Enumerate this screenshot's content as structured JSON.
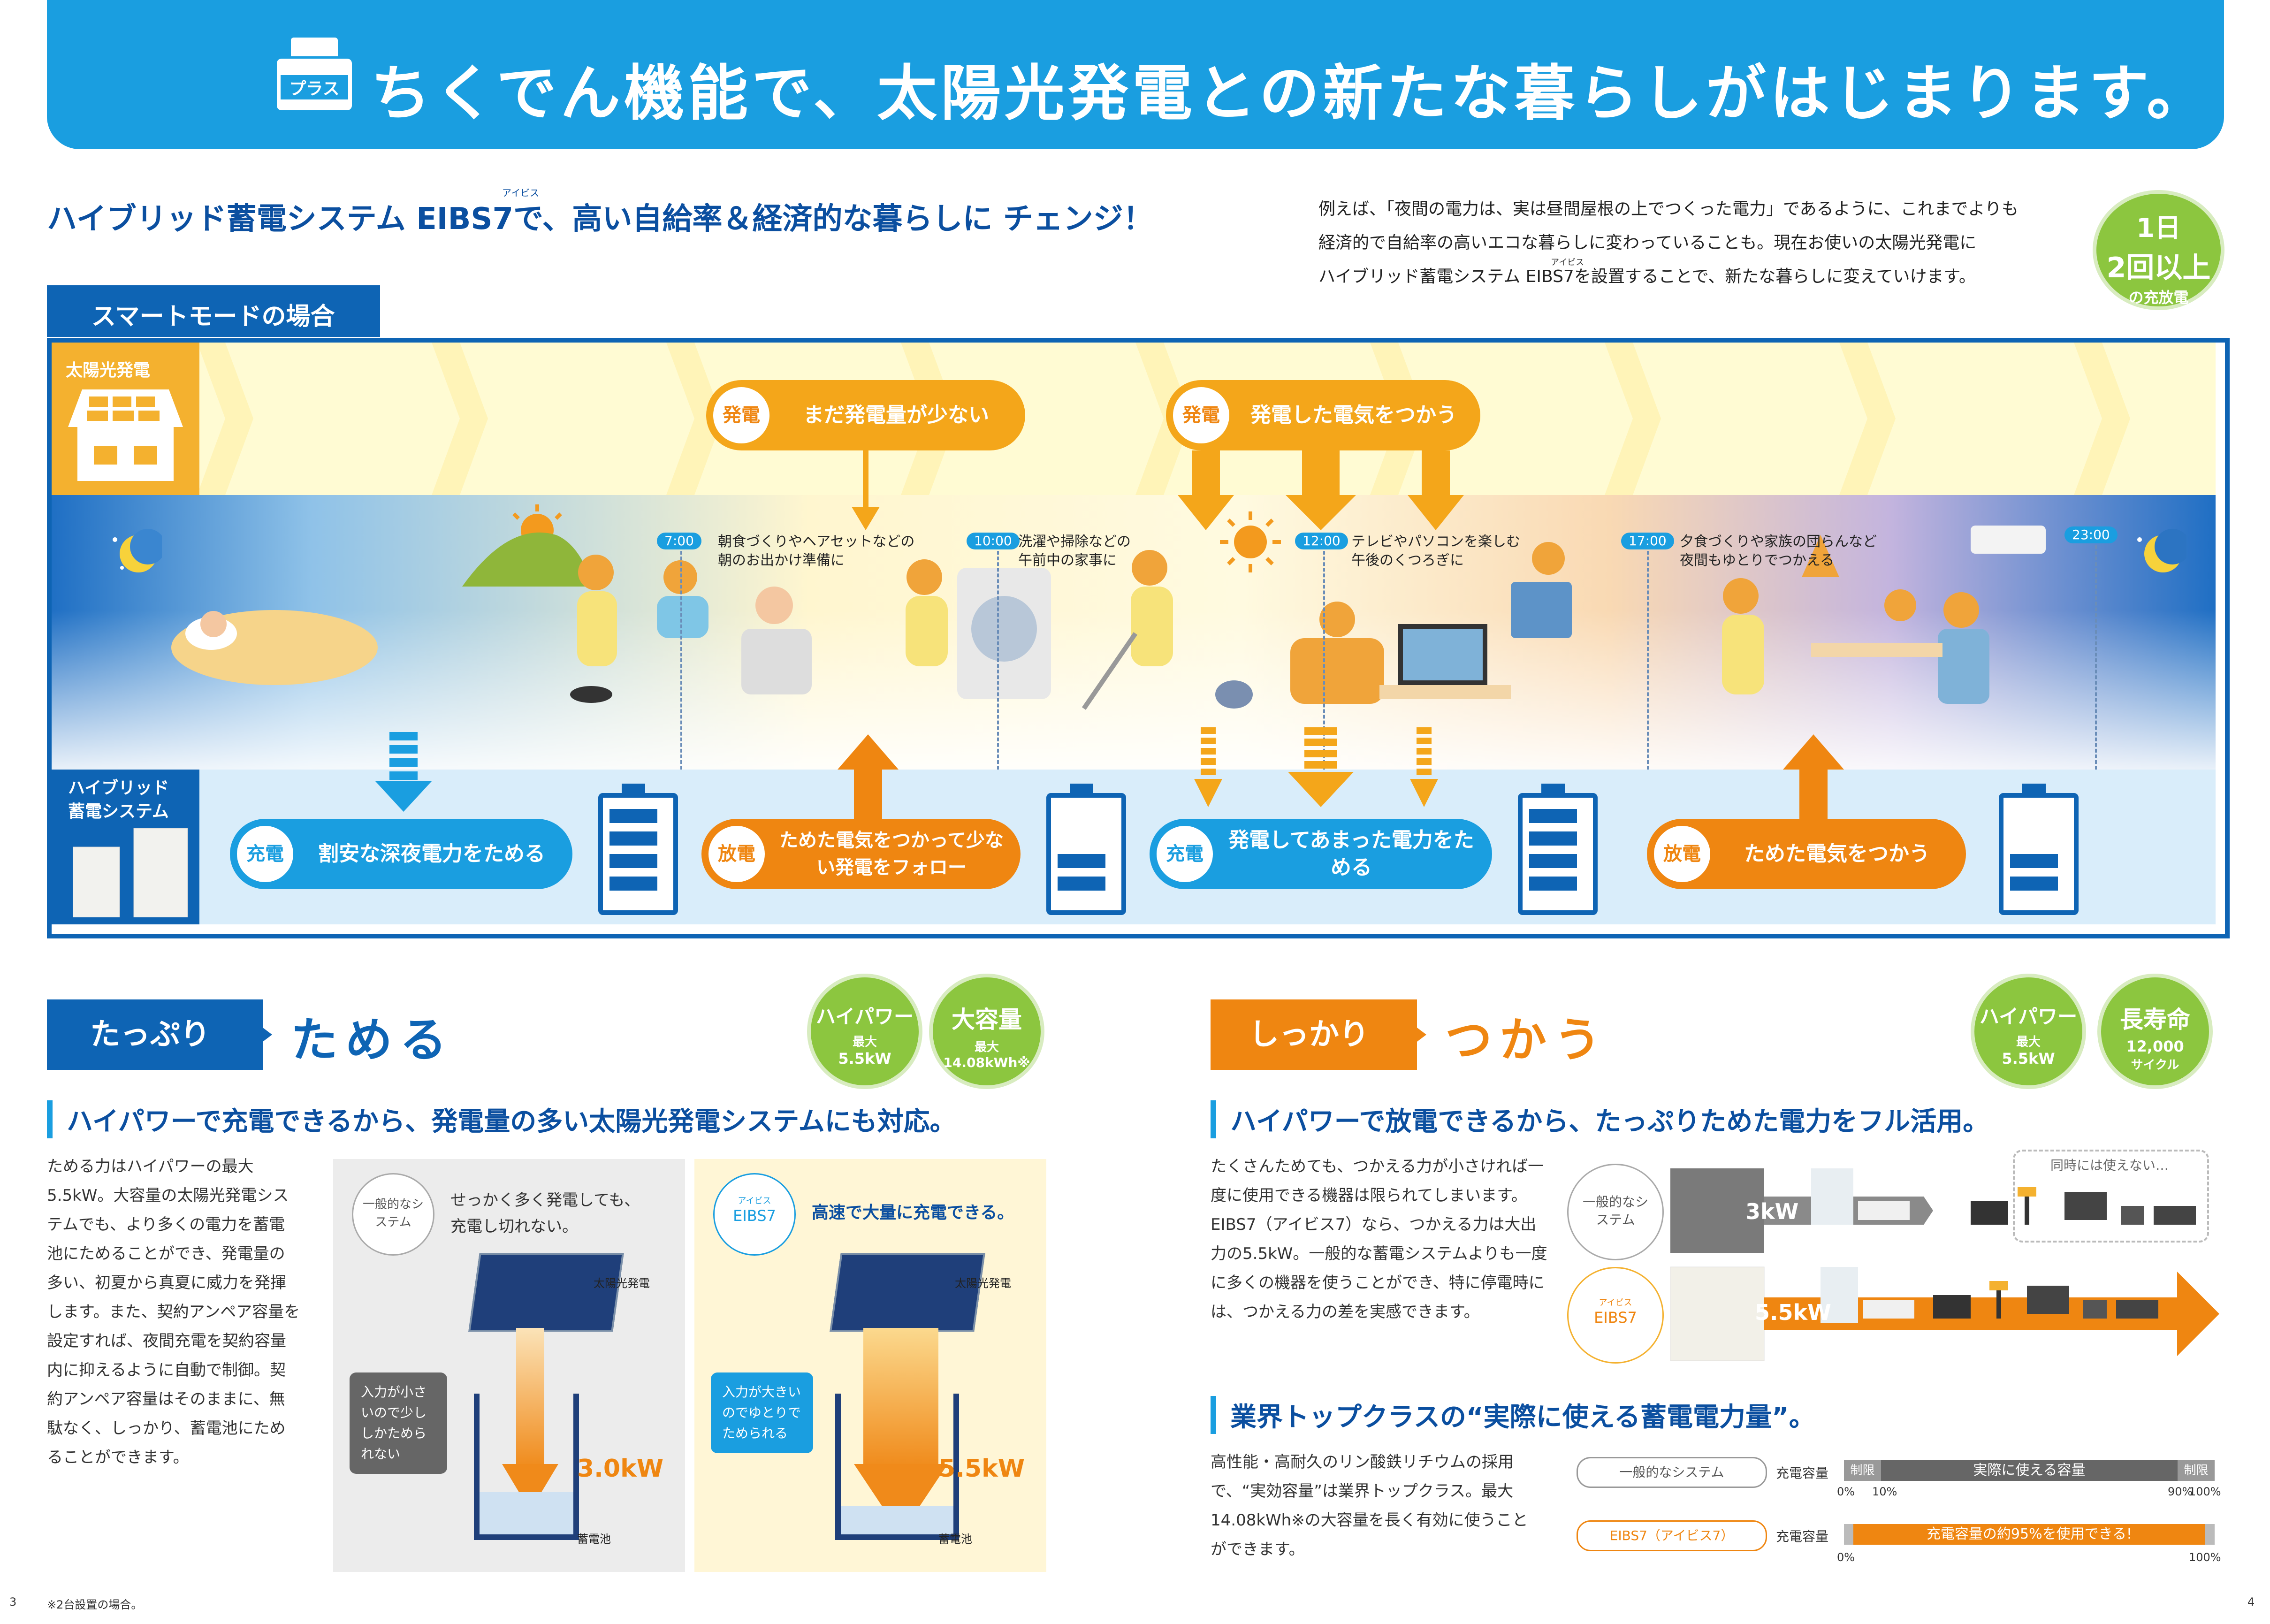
{
  "banner": {
    "plus_label": "プラス",
    "title": "ちくでん機能で、太陽光発電との新たな暮らしがはじまります。"
  },
  "subhead": {
    "text": "ハイブリッド蓄電システム EIBS7で、高い自給率＆経済的な暮らしに チェンジ！",
    "ruby": "アイビス"
  },
  "intro": {
    "line1": "例えば、「夜間の電力は、実は昼間屋根の上でつくった電力」であるように、これまでよりも",
    "line2": "経済的で自給率の高いエコな暮らしに変わっていることも。現在お使いの太陽光発電に",
    "line3": "ハイブリッド蓄電システム EIBS7を設置することで、新たな暮らしに変えていけます。",
    "ruby": "アイビス"
  },
  "badge_1day": {
    "line1": "1日",
    "line2": "2回以上",
    "line3": "の充放電"
  },
  "smart_mode": {
    "tab": "スマートモードの場合",
    "solar_tag": "太陽光発電",
    "storage_tag_line1": "ハイブリッド",
    "storage_tag_line2": "蓄電システム",
    "top_pills": [
      {
        "circle": "発電",
        "text": "まだ発電量が少ない"
      },
      {
        "circle": "発電",
        "text": "発電した電気をつかう"
      }
    ],
    "times": [
      {
        "time": "7:00",
        "label1": "朝食づくりやヘアセットなどの",
        "label2": "朝のお出かけ準備に"
      },
      {
        "time": "10:00",
        "label1": "洗濯や掃除などの",
        "label2": "午前中の家事に"
      },
      {
        "time": "12:00",
        "label1": "テレビやパソコンを楽しむ",
        "label2": "午後のくつろぎに"
      },
      {
        "time": "17:00",
        "label1": "夕食づくりや家族の団らんなど",
        "label2": "夜間もゆとりでつかえる"
      },
      {
        "time": "23:00",
        "label1": "",
        "label2": ""
      }
    ],
    "bottom_pills": [
      {
        "circle": "充電",
        "text": "割安な深夜電力をためる"
      },
      {
        "circle": "放電",
        "text": "ためた電気をつかって少ない発電をフォロー"
      },
      {
        "circle": "充電",
        "text": "発電してあまった電力をためる"
      },
      {
        "circle": "放電",
        "text": "ためた電気をつかう"
      }
    ]
  },
  "left_section": {
    "tag": "たっぷり",
    "title": "ためる",
    "badges": [
      {
        "title": "ハイパワー",
        "sub": "最大",
        "value": "5.5kW"
      },
      {
        "title": "大容量",
        "sub": "最大",
        "value": "14.08kWh※"
      }
    ],
    "heading": "ハイパワーで充電できるから、発電量の多い太陽光発電システムにも対応。",
    "body": "ためる力はハイパワーの最大5.5kW。大容量の太陽光発電システムでも、より多くの電力を蓄電池にためることができ、発電量の多い、初夏から真夏に威力を発揮します。また、契約アンペア容量を設定すれば、夜間充電を契約容量内に抑えるように自動で制御。契約アンペア容量はそのままに、無駄なく、しっかり、蓄電池にためることができます。",
    "gray_panel": {
      "circle": "一般的なシステム",
      "headline": "せっかく多く発電しても、充電し切れない。",
      "solar_label": "太陽光発電",
      "callout": "入力が小さいので少ししかためられない",
      "kw": "3.0kW",
      "battery_label": "蓄電池"
    },
    "yellow_panel": {
      "circle_ruby": "アイビス",
      "circle": "EIBS7",
      "headline": "高速で大量に充電できる。",
      "solar_label": "太陽光発電",
      "callout": "入力が大きいのでゆとりでためられる",
      "kw": "5.5kW",
      "battery_label": "蓄電池"
    }
  },
  "right_section": {
    "tag": "しっかり",
    "title": "つかう",
    "badges": [
      {
        "title": "ハイパワー",
        "sub": "最大",
        "value": "5.5kW"
      },
      {
        "title": "長寿命",
        "sub": "12,000",
        "value": "サイクル"
      }
    ],
    "heading": "ハイパワーで放電できるから、たっぷりためた電力をフル活用。",
    "body": "たくさんためても、つかえる力が小さければ一度に使用できる機器は限られてしまいます。EIBS7（アイビス7）なら、つかえる力は大出力の5.5kW。一般的な蓄電システムよりも一度に多くの機器を使うことができ、特に停電時には、つかえる力の差を実感できます。",
    "compare": {
      "general_label": "一般的なシステム",
      "general_kw": "3kW",
      "cannot_use": "同時には使えない…",
      "eibs_ruby": "アイビス",
      "eibs_label": "EIBS7",
      "eibs_kw": "5.5kW"
    },
    "heading2": "業界トップクラスの“実際に使える蓄電電力量”。",
    "body2": "高性能・高耐久のリン酸鉄リチウムの採用で、“実効容量”は業界トップクラス。最大14.08kWh※の大容量を長く有効に使うことができます。",
    "capacity": {
      "general_label": "一般的なシステム",
      "eibs_label": "EIBS7（アイビス7）",
      "row_label": "充電容量",
      "limit": "制限",
      "usable": "実際に使える容量",
      "usable_eibs": "充電容量の約95%を使用できる!",
      "ticks_general": [
        "0%",
        "10%",
        "90%",
        "100%"
      ],
      "ticks_eibs": [
        "0%",
        "100%"
      ]
    }
  },
  "footer": {
    "page_left": "3",
    "note": "※2台設置の場合。",
    "page_right": "4"
  },
  "colors": {
    "blue": "#1a9ee0",
    "navy": "#0e64b4",
    "orange": "#ef8611",
    "green": "#8cc63f",
    "gold": "#f4b12f"
  }
}
